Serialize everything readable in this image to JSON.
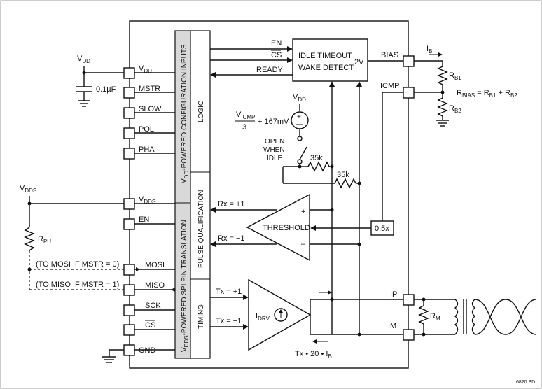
{
  "pins_left": {
    "vdd": "VDD",
    "mstr": "MSTR",
    "slow": "SLOW",
    "pol": "POL",
    "pha": "PHA",
    "vdds": "VDDS",
    "en": "EN",
    "mosi": "MOSI",
    "miso": "MISO",
    "sck": "SCK",
    "cs": "CS",
    "gnd": "GND"
  },
  "pins_right": {
    "ibias": "IBIAS",
    "icmp": "ICMP",
    "ip": "IP",
    "im": "IM"
  },
  "external": {
    "vdd_supply": {
      "main": "V",
      "sub": "DD"
    },
    "cap": "0.1µF",
    "vdds_supply": {
      "main": "V",
      "sub": "DDS"
    },
    "rpu": {
      "main": "R",
      "sub": "PU"
    },
    "to_mosi": "(TO MOSI IF MSTR = 0)",
    "to_miso": "(TO MISO IF MSTR = 1)",
    "ib": {
      "main": "I",
      "sub": "B"
    },
    "rb1": {
      "main": "R",
      "sub": "B1"
    },
    "rb2": {
      "main": "R",
      "sub": "B2"
    },
    "rbias_eq": {
      "a": "R",
      "a_sub": "BIAS",
      "b": " = R",
      "b_sub": "B1",
      "c": " + R",
      "c_sub": "B2"
    },
    "rm": {
      "main": "R",
      "sub": "M"
    }
  },
  "vertical_bars": {
    "config": {
      "prefix": "V",
      "sub": "DD",
      "rest": "-POWERED CONFIGURATION INPUTS"
    },
    "logic": "LOGIC",
    "spi": {
      "prefix": "V",
      "sub": "DDS",
      "rest": "-POWERED SPI PIN TRANSLATION"
    },
    "pulse": "PULSE QUALIFICATION",
    "timing": "TIMING"
  },
  "idle_block": {
    "line1": "IDLE TIMEOUT",
    "line2": "WAKE DETECT",
    "voltage": "2V",
    "en": "EN",
    "cs": "CS",
    "ready": "READY"
  },
  "internal": {
    "vdd": {
      "main": "V",
      "sub": "DD"
    },
    "vicmp_num": {
      "main": "V",
      "sub": "ICMP"
    },
    "vicmp_den": "3",
    "vicmp_offset": "+ 167mV",
    "switch_label": [
      "OPEN",
      "WHEN",
      "IDLE"
    ],
    "r1": "35k",
    "r2": "35k",
    "rx_pos": "Rx = +1",
    "rx_neg": "Rx = −1",
    "threshold": "THRESHOLD",
    "gain": "0.5x",
    "plus": "+",
    "minus": "–",
    "tx_pos": "Tx = +1",
    "tx_neg": "Tx = −1",
    "idrv": {
      "main": "I",
      "sub": "DRV"
    },
    "tx_eq": {
      "a": "Tx • 20 • I",
      "sub": "B"
    }
  },
  "figure_id": "6820 BD"
}
